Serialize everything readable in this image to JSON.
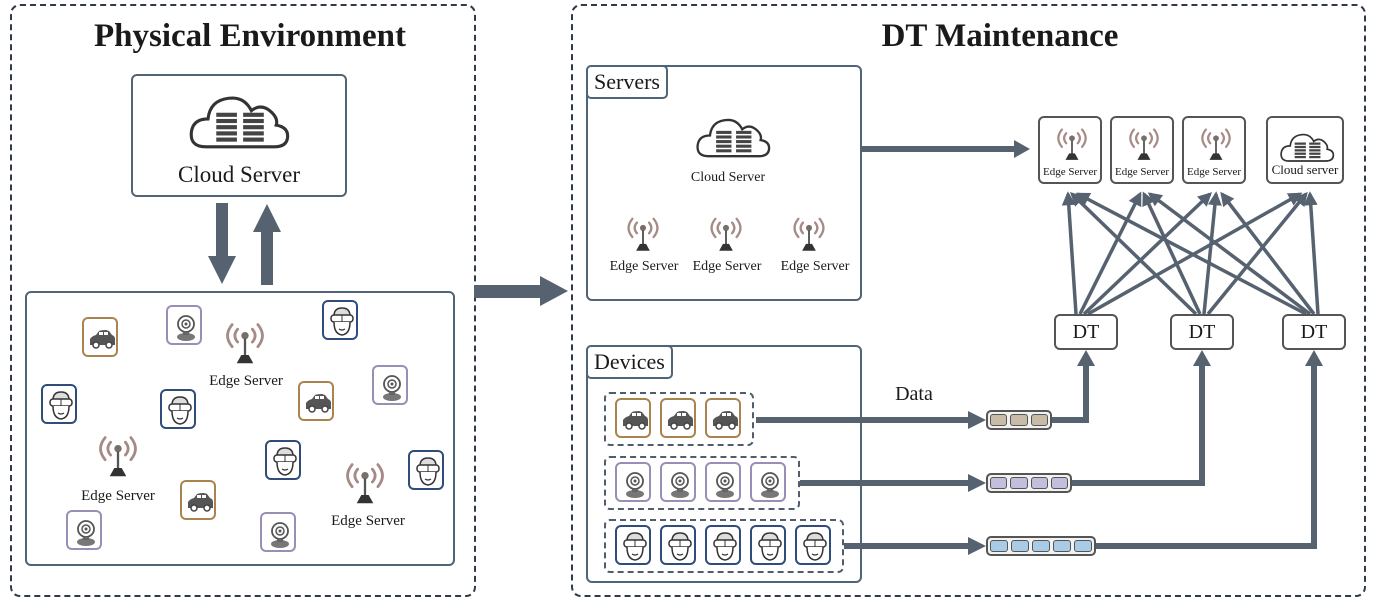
{
  "left_panel": {
    "title": "Physical Environment",
    "cloud_label": "Cloud Server",
    "edge_labels": [
      "Edge Server",
      "Edge Server",
      "Edge Server"
    ]
  },
  "right_panel": {
    "title": "DT Maintenance",
    "servers": {
      "tag": "Servers",
      "cloud_label": "Cloud Server",
      "edge_labels": [
        "Edge Server",
        "Edge Server",
        "Edge Server"
      ]
    },
    "devices": {
      "tag": "Devices",
      "data_label": "Data"
    },
    "targets": [
      "Edge Server",
      "Edge Server",
      "Edge Server",
      "Cloud server"
    ],
    "dt_labels": [
      "DT",
      "DT",
      "DT"
    ]
  },
  "colors": {
    "arrow": "#56626f",
    "car_border": "#a9844f",
    "cam_border": "#9a8db6",
    "vr_border": "#2f4c7a",
    "queue_car": "#c8bba7",
    "queue_cam": "#c2bedc",
    "queue_vr": "#a9cbe6"
  },
  "icons": [
    "cloud-server-icon",
    "antenna-icon",
    "car-icon",
    "camera-icon",
    "vr-headset-icon"
  ]
}
